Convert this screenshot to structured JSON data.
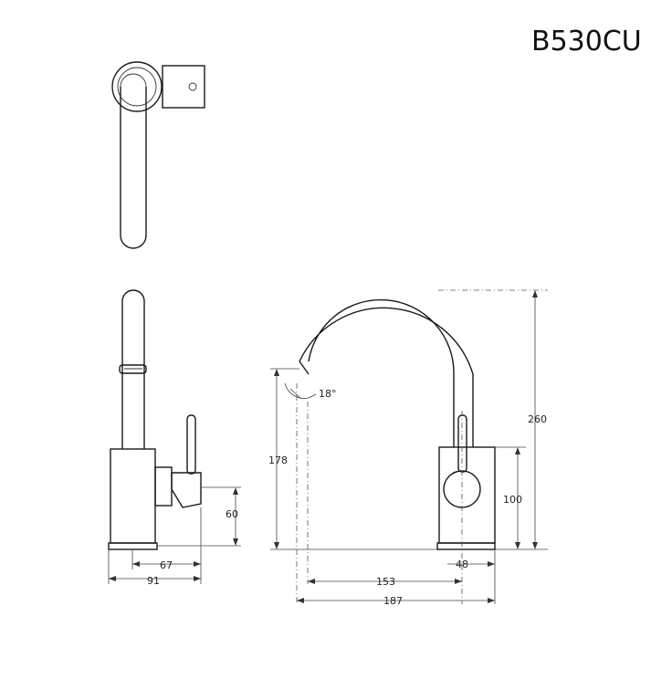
{
  "model_code": "B530CU",
  "dimensions": {
    "spout_angle": "18°",
    "height_overall": "260",
    "spout_outlet_height": "178",
    "lever_height": "100",
    "side_projection": "60",
    "side_depth_inner": "67",
    "side_depth_outer": "91",
    "base_diameter": "48",
    "spout_reach": "153",
    "overall_reach": "187"
  }
}
